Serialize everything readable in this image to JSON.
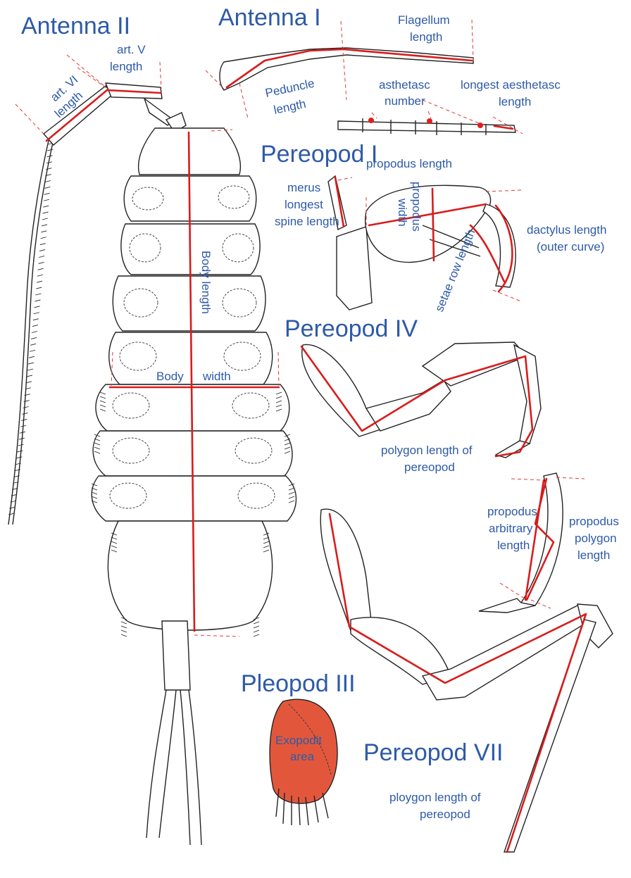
{
  "titles": {
    "antenna_ii": "Antenna II",
    "antenna_i": "Antenna I",
    "pereopod_i": "Pereopod I",
    "pereopod_iv": "Pereopod IV",
    "pleopod_iii": "Pleopod III",
    "pereopod_vii": "Pereopod VII"
  },
  "antenna_ii": {
    "art_v_line1": "art. V",
    "art_v_line2": "length",
    "art_vi_line1": "art. VI",
    "art_vi_line2": "length"
  },
  "antenna_i": {
    "flagellum_line1": "Flagellum",
    "flagellum_line2": "length",
    "peduncle_line1": "Peduncle",
    "peduncle_line2": "length",
    "asthetasc_line1": "asthetasc",
    "asthetasc_line2": "number",
    "longest_line1": "longest aesthetasc",
    "longest_line2": "length"
  },
  "pereopod_i": {
    "propodus_length": "propodus length",
    "merus_line1": "merus",
    "merus_line2": "longest",
    "merus_line3": "spine length",
    "propodus_width_line1": "propodus",
    "propodus_width_line2": "width",
    "dactylus_line1": "dactylus length",
    "dactylus_line2": "(outer curve)",
    "setae_row": "setae row length"
  },
  "body": {
    "body_length": "Body length",
    "body_width_1": "Body",
    "body_width_2": "width"
  },
  "pereopod_iv": {
    "polygon_line1": "polygon length of",
    "polygon_line2": "pereopod",
    "arbitrary_line1": "propodus",
    "arbitrary_line2": "arbitrary",
    "arbitrary_line3": "length",
    "prop_polygon_line1": "propodus",
    "prop_polygon_line2": "polygon",
    "prop_polygon_line3": "length"
  },
  "pleopod_iii": {
    "exopodit_line1": "Exopodit",
    "exopodit_line2": "area"
  },
  "pereopod_vii": {
    "polygon_line1": "ploygon length of",
    "polygon_line2": "pereopod"
  },
  "colors": {
    "label_blue": "#2e5aa8",
    "measure_red": "#d81c1c",
    "exopodit_fill": "#e2573c"
  }
}
